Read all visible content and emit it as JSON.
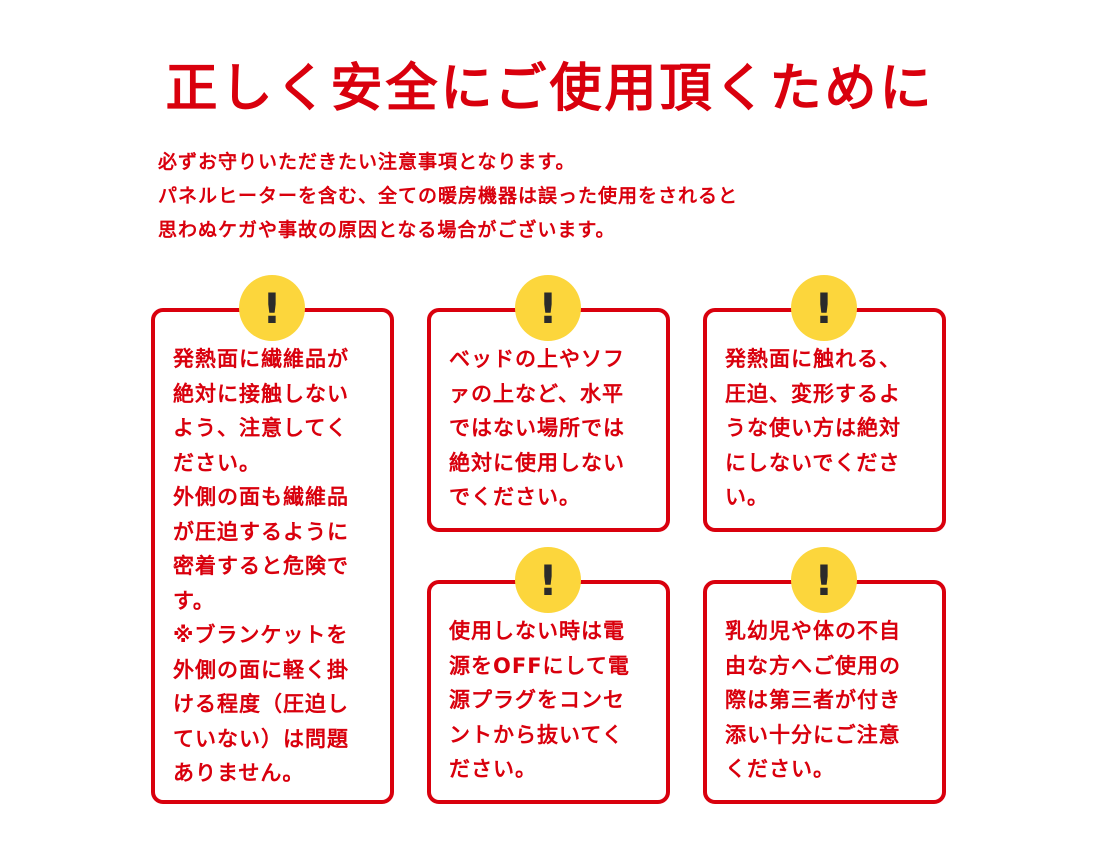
{
  "colors": {
    "accent": "#d9000d",
    "badge": "#fcd63c",
    "badge_mark": "#2b2b2b"
  },
  "title": "正しく安全にご使用頂くために",
  "intro_lines": [
    "必ずお守りいただきたい注意事項となります。",
    "パネルヒーターを含む、全ての暖房機器は誤った使用をされると",
    "思わぬケガや事故の原因となる場合がございます。"
  ],
  "warning_icon": "exclamation-icon",
  "warning_mark": "!",
  "cards": [
    {
      "id": "fiber-contact",
      "text": "発熱面に繊維品が\n絶対に接触しない\nよう、注意してく\nださい。\n外側の面も繊維品\nが圧迫するように\n密着すると危険で\nす。\n※ブランケットを\n外側の面に軽く掛\nける程度（圧迫し\nていない）は問題\nありません。"
    },
    {
      "id": "uneven-surface",
      "text": "ベッドの上やソフ\nァの上など、水平\nではない場所では\n絶対に使用しない\nでください。"
    },
    {
      "id": "touch-heating-surface",
      "text": "発熱面に触れる、\n圧迫、変形するよ\nうな使い方は絶対\nにしないでくださ\nい。"
    },
    {
      "id": "power-off",
      "text": "使用しない時は電\n源をOFFにして電\n源プラグをコンセ\nントから抜いてく\nださい。"
    },
    {
      "id": "supervision",
      "text": "乳幼児や体の不自\n由な方へご使用の\n際は第三者が付き\n添い十分にご注意\nください。"
    }
  ]
}
